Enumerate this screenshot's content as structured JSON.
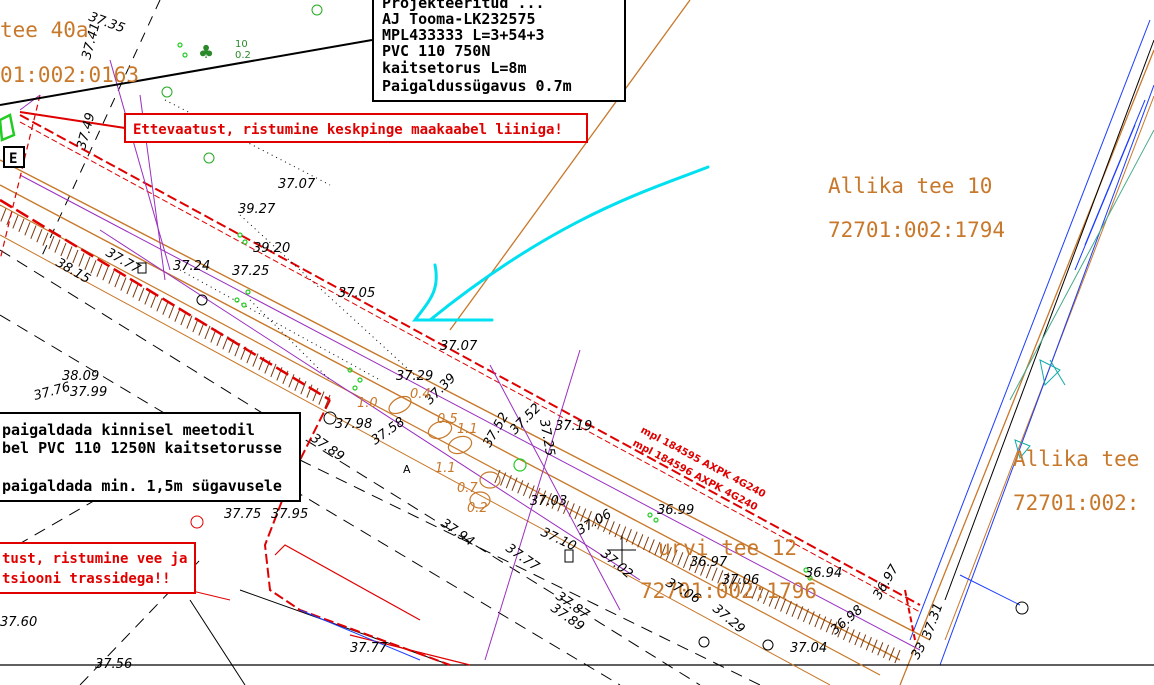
{
  "parcels": [
    {
      "name": "Allika tee 10",
      "id": "72701:002:1794"
    },
    {
      "name": "Allika tee",
      "id": "72701:002:"
    },
    {
      "name": "urvi tee 12",
      "id": "72701:002:1796"
    },
    {
      "name": "tee 40a",
      "id": "01:002:0163"
    }
  ],
  "callout_top": [
    "Projekteeritud ...",
    "AJ Tooma-LK232575",
    "MPL433333 L=3+54+3",
    "PVC 110 750N",
    "kaitsetorus L=8m",
    "Paigaldussügavus 0.7m"
  ],
  "callout_left": [
    "paigaldada kinnisel meetodil",
    "bel PVC 110 1250N kaitsetorusse",
    "paigaldada min. 1,5m sügavusele"
  ],
  "warning_top": "Ettevaatust, ristumine keskpinge maakaabel liiniga!",
  "warning_left": [
    "tust, ristumine vee ja",
    "tsiooni trassidega!!"
  ],
  "cable_labels": [
    "mpl 184595 AXPK 4G240",
    "mpl 184596 AXPK 4G240"
  ],
  "marker_E": "E",
  "marker_A": "A",
  "elevations": [
    "37.35",
    "37.41",
    "37.49",
    "37.07",
    "39.27",
    "39.20",
    "37.24",
    "37.25",
    "37.05",
    "37.77",
    "38.15",
    "38.09",
    "37.99",
    "37.76",
    "37.07",
    "37.29",
    "37.39",
    "37.98",
    "37.58",
    "37.89",
    "37.52",
    "37.52",
    "37.25",
    "37.19",
    "37.03",
    "37.10",
    "37.06",
    "37.02",
    "36.99",
    "36.97",
    "37.06",
    "37.06",
    "36.94",
    "36.97",
    "37.29",
    "36.98",
    "37.04",
    "37.31",
    "37.94",
    "37.77",
    "37.87",
    "37.89",
    "37.75",
    "37.95",
    "37.60",
    "37.56",
    "37.77",
    "33"
  ],
  "slope_labels": [
    "1.0",
    "0.4",
    "0.5",
    "1.1",
    "1.1",
    "0.7",
    "0.2"
  ],
  "tree_labels": [
    "10",
    "0.2"
  ],
  "colors": {
    "parcel_text": "#c8782a",
    "warning": "#e00000",
    "cyan_arrow": "#00e0f0",
    "purple_line": "#9a2fc0",
    "blue_line": "#1a3cff",
    "green_point": "#22cc22"
  }
}
